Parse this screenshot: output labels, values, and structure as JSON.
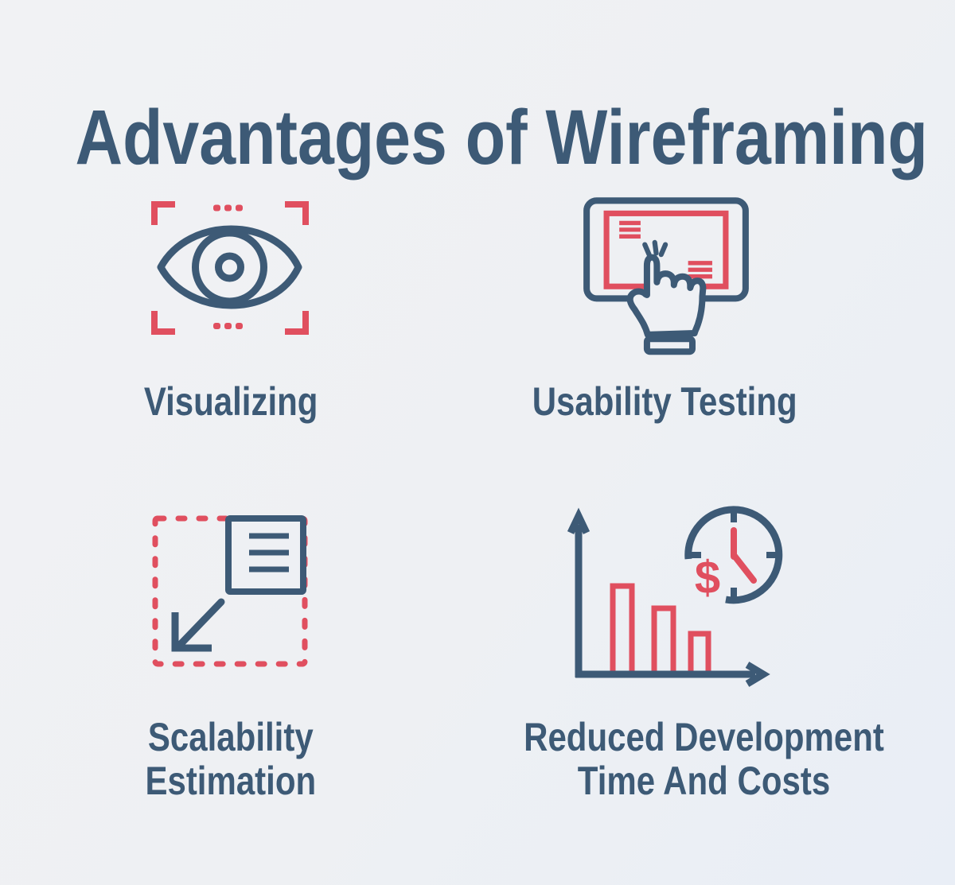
{
  "title": "Advantages of Wireframing",
  "colors": {
    "navy": "#3d5a76",
    "red": "#e04f5f",
    "background_start": "#f1f2f4",
    "background_end": "#e9eef6",
    "icon_fill": "#eef0f4"
  },
  "items": [
    {
      "id": "visualizing",
      "icon": "eye-focus-icon",
      "label": "Visualizing"
    },
    {
      "id": "usability-testing",
      "icon": "touchscreen-tap-icon",
      "label": "Usability Testing"
    },
    {
      "id": "scalability-estimation",
      "icon": "scale-down-document-icon",
      "label": "Scalability Estimation",
      "label_lines": [
        "Scalability",
        "Estimation"
      ]
    },
    {
      "id": "reduced-development-time-and-costs",
      "icon": "declining-bars-clock-dollar-icon",
      "label": "Reduced Development Time And Costs",
      "label_lines": [
        "Reduced Development",
        "Time And Costs"
      ]
    }
  ],
  "chart_icon": {
    "currency_symbol": "$"
  }
}
